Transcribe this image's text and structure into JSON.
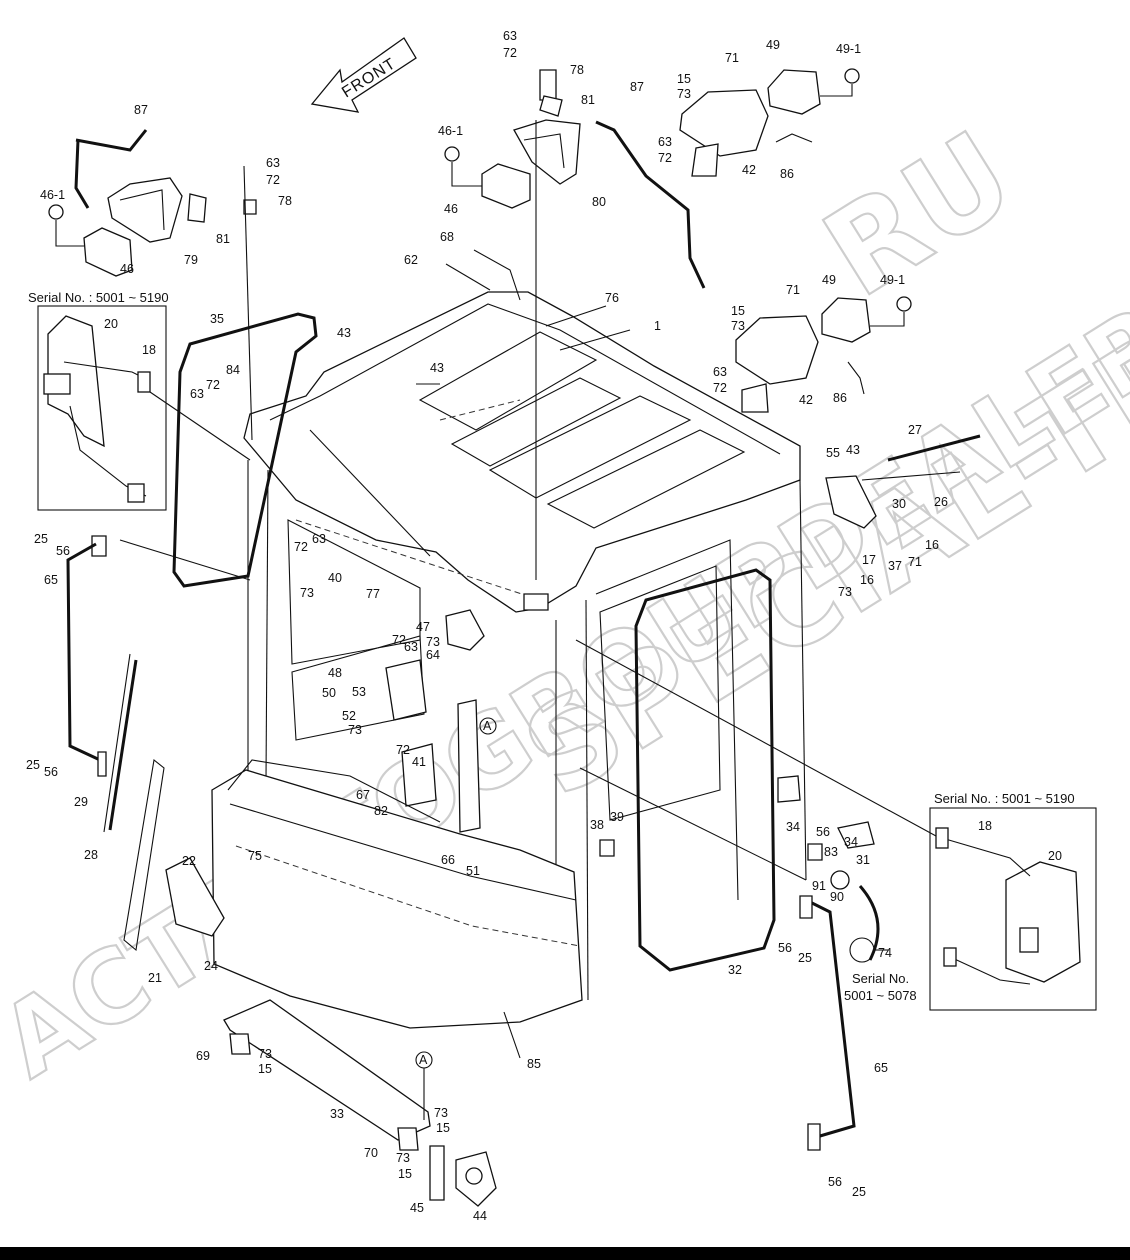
{
  "watermark": {
    "line1": "SPECIAL-TRAKTOR",
    "line2": "RU",
    "line3": "ACTAUTOGROUPDEALER"
  },
  "direction_label": "FRONT",
  "marker_label": "A",
  "serial_notes": {
    "left_box": "Serial No. : 5001 ~ 5190",
    "right_box": "Serial No. : 5001 ~ 5190",
    "bottom_line1": "Serial No.",
    "bottom_line2": "5001 ~ 5078"
  },
  "callouts": [
    "63",
    "72",
    "78",
    "81",
    "87",
    "71",
    "49",
    "49-1",
    "15",
    "73",
    "63",
    "72",
    "42",
    "86",
    "80",
    "46-1",
    "46",
    "87",
    "46-1",
    "63",
    "72",
    "78",
    "81",
    "79",
    "46",
    "68",
    "62",
    "76",
    "1",
    "43",
    "43",
    "35",
    "20",
    "18",
    "84",
    "72",
    "63",
    "71",
    "49",
    "49-1",
    "15",
    "73",
    "63",
    "72",
    "42",
    "86",
    "27",
    "55",
    "43",
    "30",
    "26",
    "16",
    "37",
    "71",
    "17",
    "16",
    "73",
    "25",
    "56",
    "65",
    "72",
    "63",
    "40",
    "73",
    "77",
    "47",
    "73",
    "64",
    "72",
    "63",
    "48",
    "53",
    "50",
    "52",
    "73",
    "72",
    "41",
    "67",
    "82",
    "25",
    "56",
    "29",
    "28",
    "22",
    "75",
    "21",
    "24",
    "66",
    "51",
    "38",
    "39",
    "34",
    "56",
    "83",
    "34",
    "31",
    "91",
    "90",
    "74",
    "56",
    "25",
    "32",
    "18",
    "20",
    "85",
    "69",
    "73",
    "15",
    "33",
    "73",
    "15",
    "70",
    "73",
    "15",
    "45",
    "44",
    "65",
    "56",
    "25"
  ]
}
